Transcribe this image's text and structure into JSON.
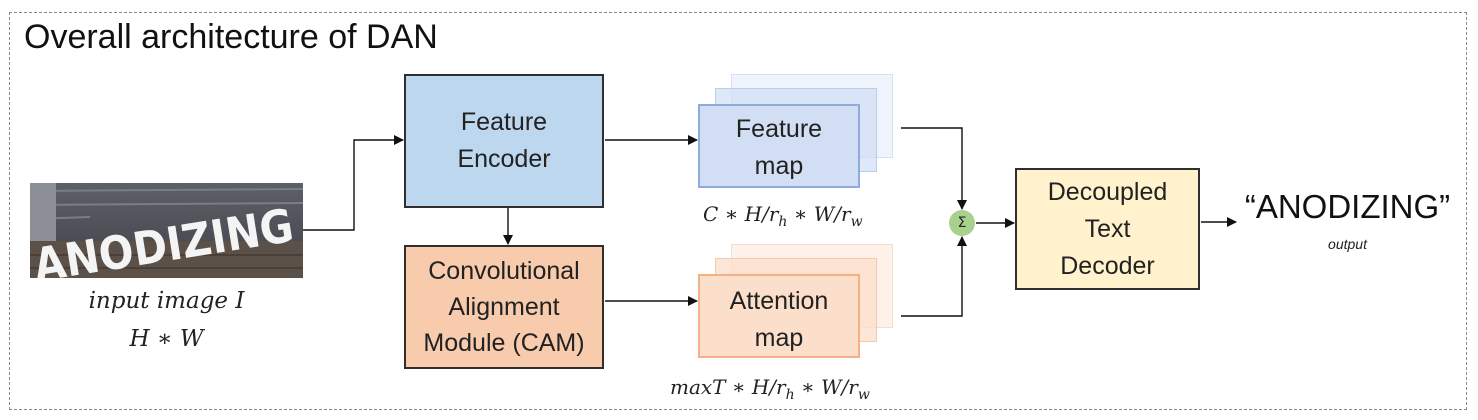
{
  "title": "Overall architecture of DAN",
  "input": {
    "image_text": "ANODIZING",
    "caption_line1": "input image I",
    "caption_line2": "H ∗ W"
  },
  "feature_encoder": {
    "line1": "Feature",
    "line2": "Encoder"
  },
  "cam": {
    "line1": "Convolutional",
    "line2": "Alignment",
    "line3": "Module (CAM)"
  },
  "feature_map": {
    "line1": "Feature",
    "line2": "map",
    "dims": {
      "c": "C",
      "h": "H",
      "w": "W",
      "rh": "r",
      "rh_sub": "h",
      "rw": "r",
      "rw_sub": "w"
    }
  },
  "attention_map": {
    "line1": "Attention",
    "line2": "map",
    "dims": {
      "t": "maxT",
      "h": "H",
      "w": "W",
      "rh": "r",
      "rh_sub": "h",
      "rw": "r",
      "rw_sub": "w"
    }
  },
  "sum_symbol": "Σ",
  "decoder": {
    "line1": "Decoupled",
    "line2": "Text",
    "line3": "Decoder"
  },
  "output": {
    "text": "“ANODIZING”",
    "label": "output"
  },
  "colors": {
    "encoder": "#bdd7ee",
    "cam": "#f8cbad",
    "decoder": "#fff2cc",
    "feature_map": "#d2def3",
    "attention_map": "#fbdfca",
    "sum": "#a9d18e"
  }
}
